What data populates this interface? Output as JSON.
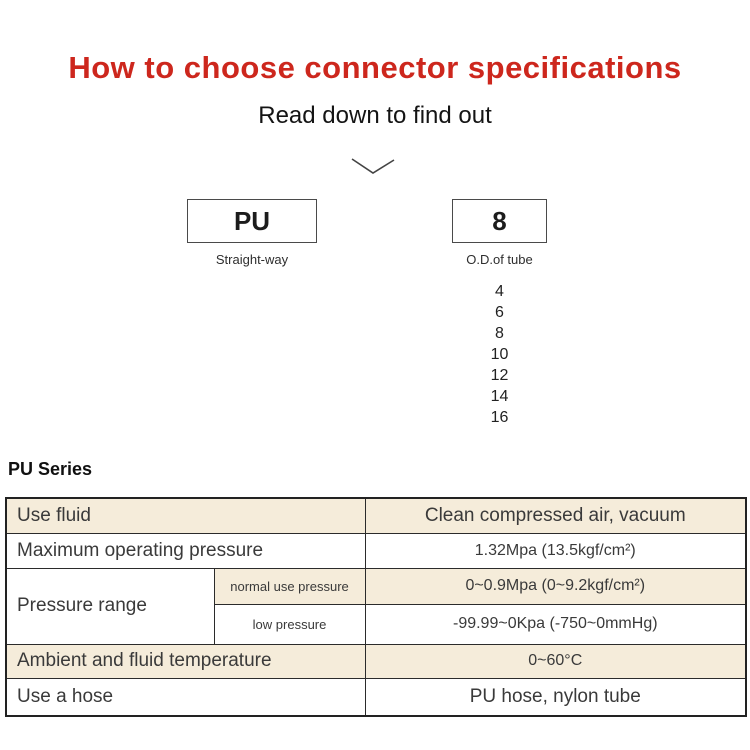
{
  "page": {
    "background": "#ffffff",
    "accent_red": "#cd271d",
    "table_band_color": "#f5ecda",
    "table_border_color": "#2b2b2b"
  },
  "header": {
    "title": "How to choose connector specifications",
    "subtitle": "Read down to find out"
  },
  "selector": {
    "chevron_icon": "chevron-down-icon",
    "codes": [
      {
        "value": "PU",
        "label": "Straight-way"
      },
      {
        "value": "8",
        "label": "O.D.of tube"
      }
    ],
    "tube_od_options": [
      "4",
      "6",
      "8",
      "10",
      "12",
      "14",
      "16"
    ]
  },
  "spec_table": {
    "title": "PU Series",
    "rows": [
      {
        "label": "Use fluid",
        "value": "Clean compressed air, vacuum"
      },
      {
        "label": "Maximum operating pressure",
        "value": "1.32Mpa (13.5kgf/cm²)"
      },
      {
        "label": "Pressure range",
        "sub_label": "normal use pressure",
        "value": "0~0.9Mpa (0~9.2kgf/cm²)"
      },
      {
        "sub_label": "low pressure",
        "value": "-99.99~0Kpa (-750~0mmHg)"
      },
      {
        "label": "Ambient and fluid temperature",
        "value": "0~60°C"
      },
      {
        "label": "Use a hose",
        "value": "PU hose, nylon tube"
      }
    ]
  }
}
